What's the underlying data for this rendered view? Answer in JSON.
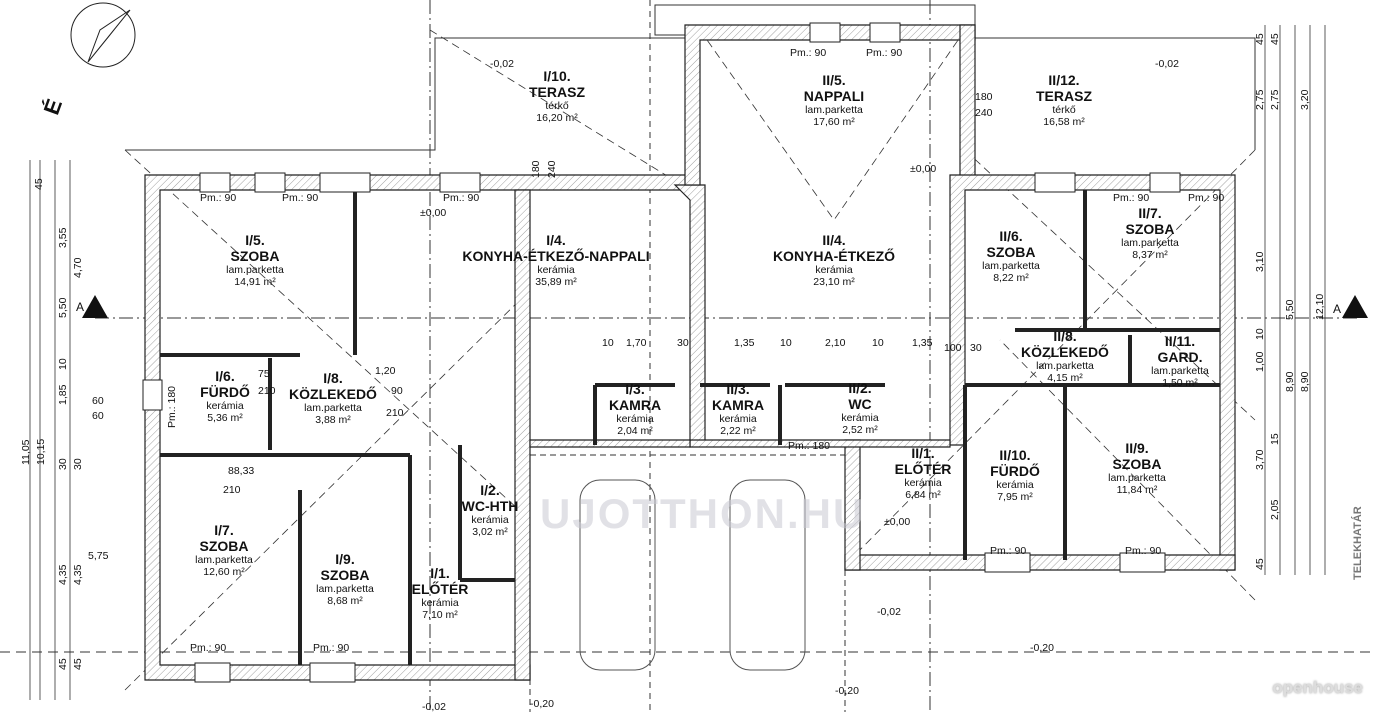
{
  "rooms": [
    {
      "id": "I/10.",
      "name": "TERASZ",
      "floor": "térkő",
      "area": "16,20 m²"
    },
    {
      "id": "II/5.",
      "name": "NAPPALI",
      "floor": "lam.parketta",
      "area": "17,60 m²"
    },
    {
      "id": "II/12.",
      "name": "TERASZ",
      "floor": "térkő",
      "area": "16,58 m²"
    },
    {
      "id": "I/5.",
      "name": "SZOBA",
      "floor": "lam.parketta",
      "area": "14,91 m²"
    },
    {
      "id": "I/4.",
      "name": "KONYHA-ÉTKEZŐ-NAPPALI",
      "floor": "kerámia",
      "area": "35,89 m²"
    },
    {
      "id": "II/4.",
      "name": "KONYHA-ÉTKEZŐ",
      "floor": "kerámia",
      "area": "23,10 m²"
    },
    {
      "id": "II/6.",
      "name": "SZOBA",
      "floor": "lam.parketta",
      "area": "8,22 m²"
    },
    {
      "id": "II/7.",
      "name": "SZOBA",
      "floor": "lam.parketta",
      "area": "8,37 m²"
    },
    {
      "id": "I/6.",
      "name": "FÜRDŐ",
      "floor": "kerámia",
      "area": "5,36 m²"
    },
    {
      "id": "I/8.",
      "name": "KÖZLEKEDŐ",
      "floor": "lam.parketta",
      "area": "3,88 m²"
    },
    {
      "id": "I/3.",
      "name": "KAMRA",
      "floor": "kerámia",
      "area": "2,04 m²"
    },
    {
      "id": "II/3.",
      "name": "KAMRA",
      "floor": "kerámia",
      "area": "2,22 m²"
    },
    {
      "id": "II/2.",
      "name": "WC",
      "floor": "kerámia",
      "area": "2,52 m²"
    },
    {
      "id": "II/8.",
      "name": "KÖZLEKEDŐ",
      "floor": "lam.parketta",
      "area": "4,15 m²"
    },
    {
      "id": "II/11.",
      "name": "GARD.",
      "floor": "lam.parketta",
      "area": "1,50 m²"
    },
    {
      "id": "I/7.",
      "name": "SZOBA",
      "floor": "lam.parketta",
      "area": "12,60 m²"
    },
    {
      "id": "I/9.",
      "name": "SZOBA",
      "floor": "lam.parketta",
      "area": "8,68 m²"
    },
    {
      "id": "I/2.",
      "name": "WC-HTH",
      "floor": "kerámia",
      "area": "3,02 m²"
    },
    {
      "id": "I/1.",
      "name": "ELŐTÉR",
      "floor": "kerámia",
      "area": "7,10 m²"
    },
    {
      "id": "II/1.",
      "name": "ELŐTÉR",
      "floor": "kerámia",
      "area": "6,84 m²"
    },
    {
      "id": "II/10.",
      "name": "FÜRDŐ",
      "floor": "kerámia",
      "area": "7,95 m²"
    },
    {
      "id": "II/9.",
      "name": "SZOBA",
      "floor": "lam.parketta",
      "area": "11,84 m²"
    }
  ],
  "annotations": [
    "Pm.: 90",
    "Pm.: 90",
    "Pm.: 90",
    "Pm.: 90",
    "Pm.: 90",
    "Pm.: 90",
    "Pm.: 90",
    "Pm.: 90",
    "Pm.: 90",
    "Pm.: 90",
    "Pm.: 90",
    "Pm.: 180",
    "Pm.: 180",
    "±0,00",
    "±0,00",
    "±0,00",
    "-0,02",
    "-0,02",
    "-0,02",
    "-0,02",
    "-0,20",
    "-0,20",
    "-0,20",
    "10",
    "1,70",
    "30",
    "1,35",
    "10",
    "2,10",
    "10",
    "1,35",
    "100",
    "30",
    "1,20",
    "88,33",
    "210",
    "90",
    "210",
    "75",
    "210",
    "180",
    "240",
    "180",
    "240",
    "A",
    "A"
  ],
  "dimensions_left": [
    "45",
    "3,55",
    "4,70",
    "5,50",
    "10",
    "1,85",
    "60",
    "60",
    "11,05",
    "10,15",
    "30",
    "30",
    "4,35",
    "4,35",
    "5,75",
    "45",
    "45"
  ],
  "dimensions_right": [
    "45",
    "45",
    "2,75",
    "2,75",
    "3,20",
    "3,10",
    "5,50",
    "12,10",
    "10",
    "1,00",
    "8,90",
    "8,90",
    "3,70",
    "2,05",
    "15",
    "45"
  ],
  "boundary_label": "TELEKHATÁR",
  "north_label": "É",
  "watermark": "UJOTTHON.HU",
  "logo": "openhouse"
}
